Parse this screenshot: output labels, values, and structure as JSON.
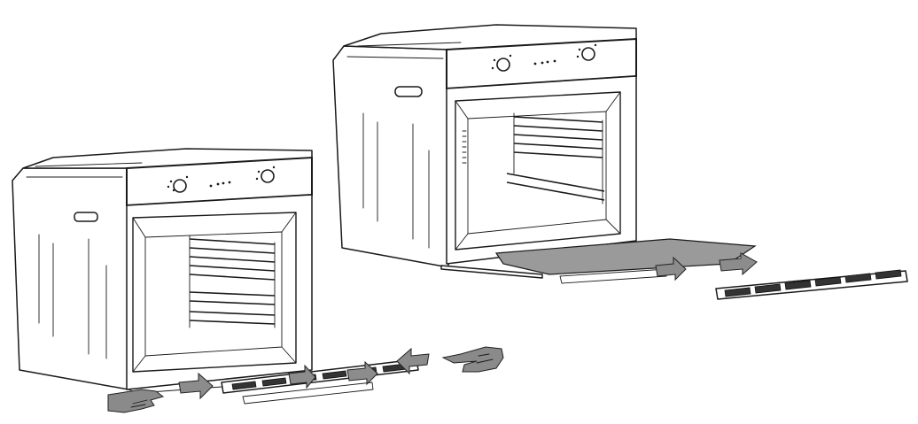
{
  "figure": {
    "description_items": [
      "oven-before-removal",
      "oven-door-removed",
      "hinge-vent-strip"
    ],
    "colors": {
      "line": "#1a1a1a",
      "arrow_fill": "#8c8c8c",
      "hand_fill": "#8a8a8a",
      "door_glass": "#9a9a9a",
      "background": "#ffffff"
    },
    "icons": [
      "right-arrow-icon",
      "left-arrow-icon",
      "hand-icon"
    ]
  }
}
